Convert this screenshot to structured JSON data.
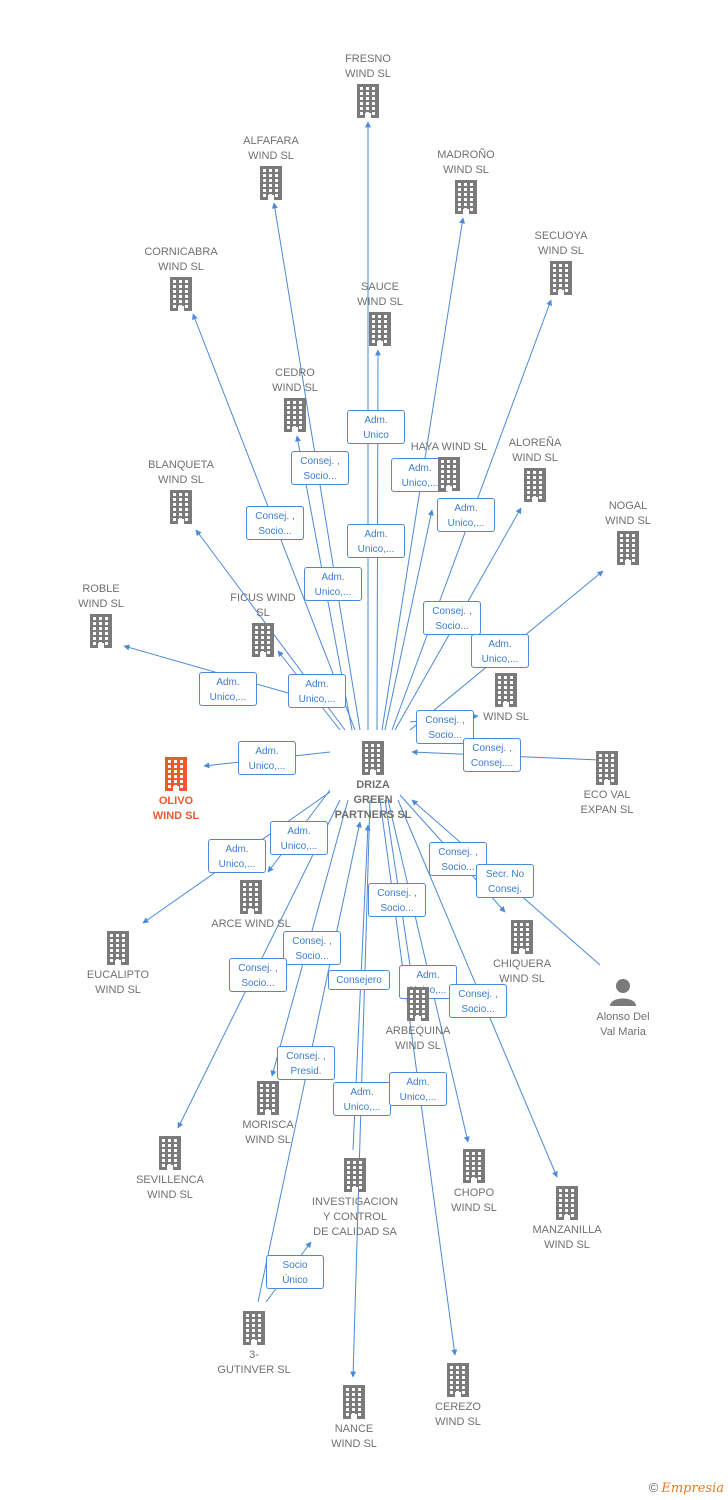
{
  "colors": {
    "edge": "#4a8ad6",
    "node": "#7a7a7a",
    "highlight": "#ef5a28",
    "tag_text": "#3b7dd0"
  },
  "nodes": [
    {
      "id": "driza",
      "label": "DRIZA\nGREEN\nPARTNERS  SL",
      "icon": "building-icon",
      "bold": true
    },
    {
      "id": "fresno",
      "label": "FRESNO\nWIND  SL",
      "icon": "building-icon"
    },
    {
      "id": "alfafara",
      "label": "ALFAFARA\nWIND  SL",
      "icon": "building-icon"
    },
    {
      "id": "madrono",
      "label": "MADROÑO\nWIND  SL",
      "icon": "building-icon"
    },
    {
      "id": "cornicabra",
      "label": "CORNICABRA\nWIND  SL",
      "icon": "building-icon"
    },
    {
      "id": "secuoya",
      "label": "SECUOYA\nWIND  SL",
      "icon": "building-icon"
    },
    {
      "id": "sauce",
      "label": "SAUCE\nWIND  SL",
      "icon": "building-icon"
    },
    {
      "id": "cedro",
      "label": "CEDRO\nWIND  SL",
      "icon": "building-icon"
    },
    {
      "id": "haya",
      "label": "HAYA WIND  SL",
      "icon": "building-icon"
    },
    {
      "id": "alorena",
      "label": "ALOREÑA\nWIND  SL",
      "icon": "building-icon"
    },
    {
      "id": "blanqueta",
      "label": "BLANQUETA\nWIND  SL",
      "icon": "building-icon"
    },
    {
      "id": "nogal",
      "label": "NOGAL\nWIND  SL",
      "icon": "building-icon"
    },
    {
      "id": "ficus",
      "label": "FICUS WIND\nSL",
      "icon": "building-icon"
    },
    {
      "id": "roble",
      "label": "ROBLE\nWIND  SL",
      "icon": "building-icon"
    },
    {
      "id": "windsl",
      "label": "WIND  SL",
      "icon": "building-icon"
    },
    {
      "id": "olivo",
      "label": "OLIVO\nWIND  SL",
      "icon": "building-icon",
      "highlight": true,
      "bold": true
    },
    {
      "id": "ecoval",
      "label": "ECO VAL\nEXPAN  SL",
      "icon": "building-icon"
    },
    {
      "id": "arce",
      "label": "ARCE WIND  SL",
      "icon": "building-icon"
    },
    {
      "id": "eucalipto",
      "label": "EUCALIPTO\nWIND  SL",
      "icon": "building-icon"
    },
    {
      "id": "chiquera",
      "label": "CHIQUERA\nWIND  SL",
      "icon": "building-icon"
    },
    {
      "id": "alonso",
      "label": "Alonso Del\nVal Maria",
      "icon": "person-icon"
    },
    {
      "id": "arbequina",
      "label": "ARBEQUINA\nWIND  SL",
      "icon": "building-icon"
    },
    {
      "id": "morisca",
      "label": "MORISCA\nWIND  SL",
      "icon": "building-icon"
    },
    {
      "id": "sevillenca",
      "label": "SEVILLENCA\nWIND  SL",
      "icon": "building-icon"
    },
    {
      "id": "investigacion",
      "label": "INVESTIGACION\nY CONTROL\nDE CALIDAD SA",
      "icon": "building-icon"
    },
    {
      "id": "chopo",
      "label": "CHOPO\nWIND  SL",
      "icon": "building-icon"
    },
    {
      "id": "manzanilla",
      "label": "MANZANILLA\nWIND  SL",
      "icon": "building-icon"
    },
    {
      "id": "gutinver",
      "label": "3-\nGUTINVER SL",
      "icon": "building-icon"
    },
    {
      "id": "nance",
      "label": "NANCE\nWIND  SL",
      "icon": "building-icon"
    },
    {
      "id": "cerezo",
      "label": "CEREZO\nWIND  SL",
      "icon": "building-icon"
    }
  ],
  "edges": [
    {
      "from": "driza",
      "to": "fresno",
      "label": ""
    },
    {
      "from": "driza",
      "to": "alfafara",
      "label": "Adm.\nUnico,..."
    },
    {
      "from": "driza",
      "to": "madrono",
      "label": "Adm.\nUnico,..."
    },
    {
      "from": "driza",
      "to": "cornicabra",
      "label": "Consej. ,\nSocio..."
    },
    {
      "from": "driza",
      "to": "secuoya",
      "label": "Consej. ,\nSocio..."
    },
    {
      "from": "driza",
      "to": "sauce",
      "label": "Adm.\nUnico"
    },
    {
      "from": "driza",
      "to": "cedro",
      "label": "Consej. ,\nSocio..."
    },
    {
      "from": "driza",
      "to": "haya",
      "label": "Adm.\nUnico,..."
    },
    {
      "from": "driza",
      "to": "alorena",
      "label": "Adm.\nUnico,..."
    },
    {
      "from": "driza",
      "to": "blanqueta",
      "label": "Consej. ,\nSocio..."
    },
    {
      "from": "driza",
      "to": "nogal",
      "label": "Adm.\nUnico,..."
    },
    {
      "from": "driza",
      "to": "ficus",
      "label": "Adm.\nUnico,..."
    },
    {
      "from": "driza",
      "to": "roble",
      "label": "Adm.\nUnico,..."
    },
    {
      "from": "driza",
      "to": "windsl",
      "label": "Consej. ,\nSocio..."
    },
    {
      "from": "driza",
      "to": "olivo",
      "label": "Adm.\nUnico,..."
    },
    {
      "from": "ecoval",
      "to": "driza",
      "label": "Consej. ,\nConsej...."
    },
    {
      "from": "driza",
      "to": "arce",
      "label": "Adm.\nUnico,..."
    },
    {
      "from": "driza",
      "to": "eucalipto",
      "label": "Adm.\nUnico,..."
    },
    {
      "from": "driza",
      "to": "chiquera",
      "label": "Consej. ,\nSocio..."
    },
    {
      "from": "alonso",
      "to": "driza",
      "label": "Secr.  No\nConsej."
    },
    {
      "from": "driza",
      "to": "arbequina",
      "label": "Consej. ,\nSocio..."
    },
    {
      "from": "driza",
      "to": "morisca",
      "label": "Consej. ,\nSocio..."
    },
    {
      "from": "driza",
      "to": "sevillenca",
      "label": "Consej. ,\nSocio..."
    },
    {
      "from": "investigacion",
      "to": "driza",
      "label": "Consejero"
    },
    {
      "from": "driza",
      "to": "chopo",
      "label": "Adm.\nUnico,..."
    },
    {
      "from": "driza",
      "to": "manzanilla",
      "label": "Consej. ,\nSocio..."
    },
    {
      "from": "gutinver",
      "to": "driza",
      "label": "Consej. ,\nPresid."
    },
    {
      "from": "gutinver",
      "to": "investigacion",
      "label": "Socio\nÚnico"
    },
    {
      "from": "driza",
      "to": "nance",
      "label": "Adm.\nUnico,..."
    },
    {
      "from": "driza",
      "to": "cerezo",
      "label": "Adm.\nUnico,..."
    }
  ],
  "brand": {
    "copyright": "©",
    "name": "Empresia"
  }
}
